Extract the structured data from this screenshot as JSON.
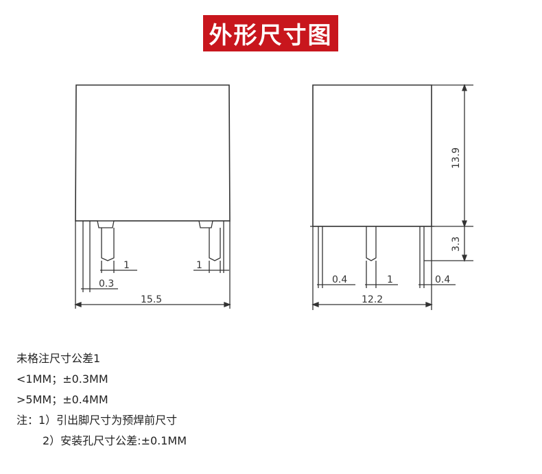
{
  "title": "外形尺寸图",
  "front_view": {
    "dim_width": "15.5",
    "dim_pin_width_left": "1",
    "dim_pin_width_right": "1",
    "dim_pin_thickness": "0.3"
  },
  "side_view": {
    "dim_width": "12.2",
    "dim_height": "13.9",
    "dim_pin_length": "3.3",
    "dim_pin_left": "0.4",
    "dim_pin_middle": "1",
    "dim_pin_right": "0.4"
  },
  "notes": {
    "line1": "未格注尺寸公差1",
    "line2": "<1MM；±0.3MM",
    "line3": ">5MM；±0.4MM",
    "line4": "注：1）引出脚尺寸为预焊前尺寸",
    "line5": "2）安装孔尺寸公差:±0.1MM"
  },
  "colors": {
    "banner": "#c8161d",
    "line": "#333333"
  }
}
